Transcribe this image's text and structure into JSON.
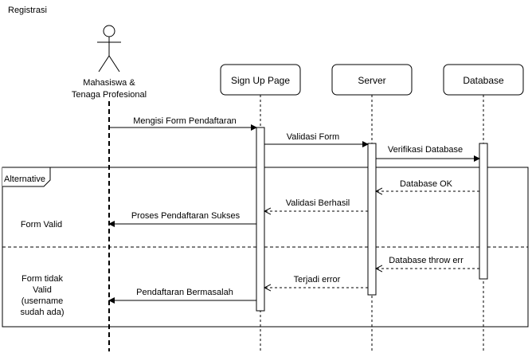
{
  "title": "Registrasi",
  "actor": {
    "label_line1": "Mahasiswa &",
    "label_line2": "Tenaga Profesional"
  },
  "participants": {
    "signup": "Sign Up Page",
    "server": "Server",
    "database": "Database"
  },
  "messages": {
    "m1": "Mengisi Form Pendaftaran",
    "m2": "Validasi Form",
    "m3": "Verifikasi Database",
    "m4": "Database OK",
    "m5": "Validasi Berhasil",
    "m6": "Proses Pendaftaran Sukses",
    "m7": "Database throw err",
    "m8": "Terjadi error",
    "m9": "Pendaftaran Bermasalah"
  },
  "fragment": {
    "operator": "Alternative",
    "guard1": "Form Valid",
    "guard2_line1": "Form tidak",
    "guard2_line2": "Valid",
    "guard2_line3": "(username",
    "guard2_line4": "sudah ada)"
  }
}
